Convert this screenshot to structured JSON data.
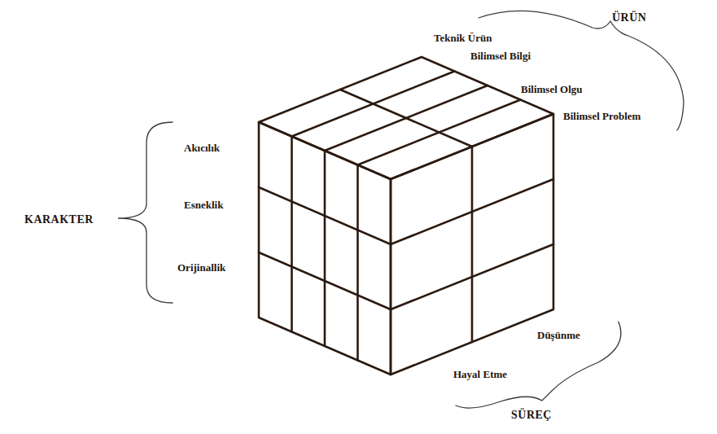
{
  "diagram": {
    "labels": [
      "ÜRÜN",
      "Teknik Ürün",
      "Bilimsel Bilgi",
      "Bilimsel Olgu",
      "Bilimsel Problem",
      "Akıcılık",
      "KARAKTER",
      "Esneklik",
      "Orijinallik",
      "Düşünme",
      "Hayal Etme",
      "SÜREÇ"
    ]
  }
}
